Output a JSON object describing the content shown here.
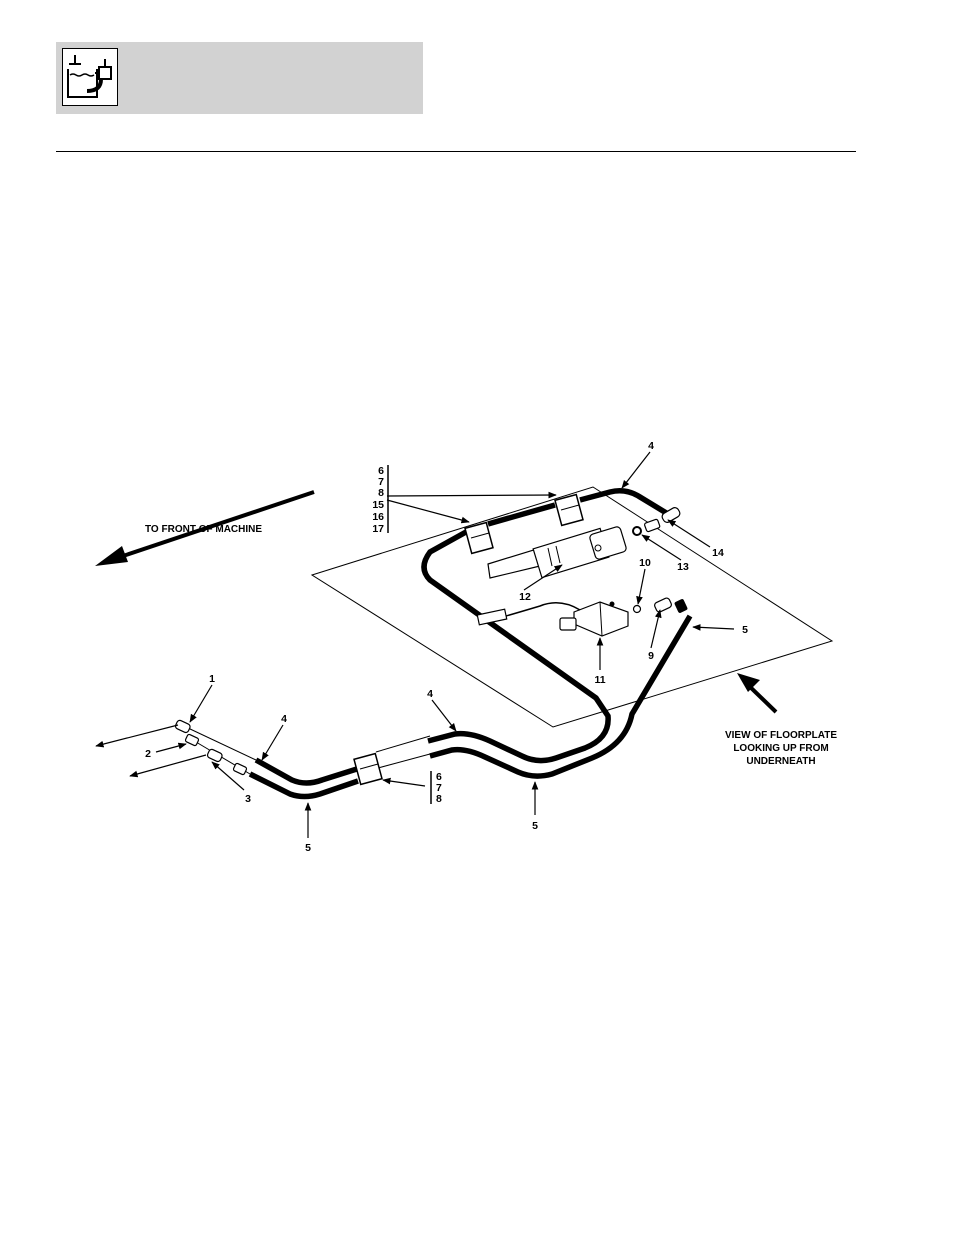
{
  "header": {
    "icon": "hydraulic-reservoir-icon",
    "band_color": "#d2d2d2"
  },
  "diagram": {
    "front_label": "TO FRONT OF MACHINE",
    "view_note": [
      "VIEW OF FLOORPLATE",
      "LOOKING UP FROM",
      "UNDERNEATH"
    ],
    "callouts": {
      "c1": "1",
      "c2": "2",
      "c3": "3",
      "c4_left": "4",
      "c4_mid": "4",
      "c4_top": "4",
      "c5_left": "5",
      "c5_mid": "5",
      "c5_right": "5",
      "c9": "9",
      "c10": "10",
      "c11": "11",
      "c12": "12",
      "c13": "13",
      "c14": "14"
    },
    "stack_top": [
      "6",
      "7",
      "8",
      "15",
      "16",
      "17"
    ],
    "stack_bottom": [
      "6",
      "7",
      "8"
    ]
  }
}
